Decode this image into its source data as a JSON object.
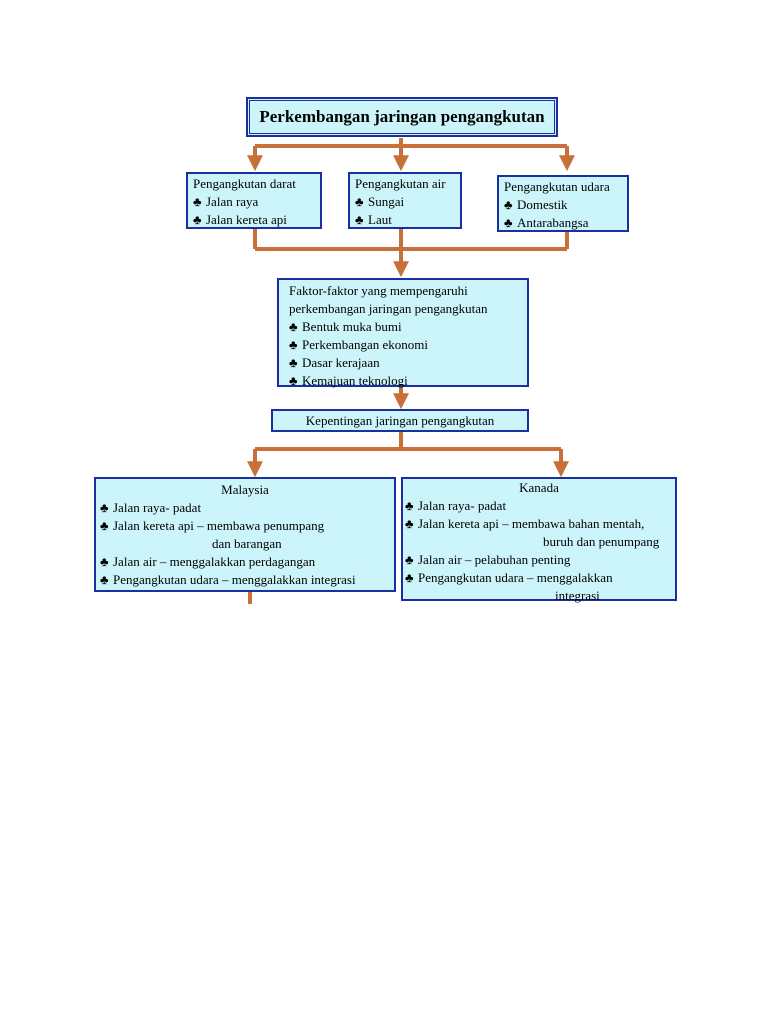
{
  "title": "Perkembangan jaringan pengangkutan",
  "modes": [
    {
      "heading": "Pengangkutan darat",
      "items": [
        "Jalan raya",
        "Jalan kereta api"
      ]
    },
    {
      "heading": "Pengangkutan air",
      "items": [
        "Sungai",
        "Laut"
      ]
    },
    {
      "heading": "Pengangkutan udara",
      "items": [
        "Domestik",
        "Antarabangsa"
      ]
    }
  ],
  "factors": {
    "heading_line1": "Faktor-faktor yang mempengaruhi",
    "heading_line2": "perkembangan jaringan pengangkutan",
    "items": [
      "Bentuk muka bumi",
      "Perkembangan ekonomi",
      "Dasar kerajaan",
      "Kemajuan teknologi"
    ]
  },
  "importance": {
    "heading": "Kepentingan jaringan pengangkutan"
  },
  "malaysia": {
    "heading": "Malaysia",
    "items": [
      {
        "line1": "Jalan raya- padat"
      },
      {
        "line1": "Jalan kereta api – membawa penumpang",
        "line2": "dan barangan"
      },
      {
        "line1": "Jalan air – menggalakkan perdagangan"
      },
      {
        "line1": "Pengangkutan udara – menggalakkan integrasi"
      }
    ]
  },
  "kanada": {
    "heading": "Kanada",
    "items": [
      {
        "line1": "Jalan raya- padat"
      },
      {
        "line1": "Jalan kereta api – membawa bahan mentah,",
        "line2": "buruh dan penumpang"
      },
      {
        "line1": "Jalan air – pelabuhan penting"
      },
      {
        "line1": "Pengangkutan udara – menggalakkan",
        "line2": "integrasi"
      }
    ]
  },
  "bullet_symbol": "♣",
  "colors": {
    "box_fill": "#ccf5fb",
    "box_border": "#1c2fa0",
    "connector": "#c8703a"
  }
}
